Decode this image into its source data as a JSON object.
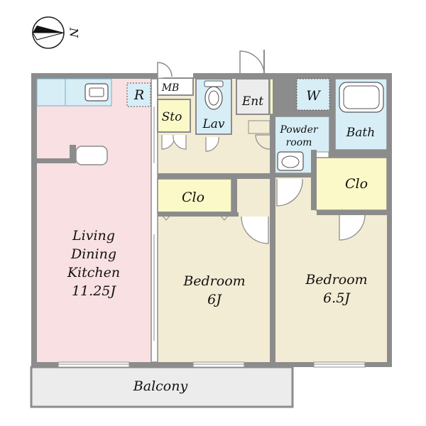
{
  "compass": {
    "north_label": "N"
  },
  "rooms": {
    "ldk": {
      "line1": "Living",
      "line2": "Dining",
      "line3": "Kitchen",
      "size": "11.25J"
    },
    "refrigerator": "R",
    "meter_box": "MB",
    "storage": "Sto",
    "lavatory": "Lav",
    "entrance": "Ent",
    "washer": "W",
    "powder_room": {
      "line1": "Powder",
      "line2": "room"
    },
    "bath": "Bath",
    "closet_left": "Clo",
    "closet_right": "Clo",
    "bedroom_left": {
      "name": "Bedroom",
      "size": "6J"
    },
    "bedroom_right": {
      "name": "Bedroom",
      "size": "6.5J"
    },
    "balcony": "Balcony"
  },
  "colors": {
    "wall": "#8c8c8c",
    "ldk_floor": "#f8e0e3",
    "bedroom_floor": "#f3ecd4",
    "closet_fill": "#fbf9c8",
    "wet_area": "#d7eef7",
    "balcony_fill": "#ececec"
  }
}
